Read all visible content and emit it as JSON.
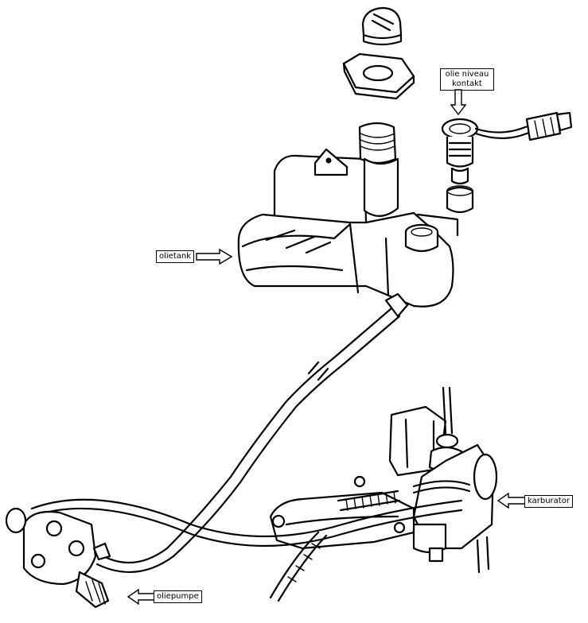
{
  "labels": {
    "oil_level_contact": [
      "olie niveau",
      "kontakt"
    ],
    "oil_tank": "olietank",
    "carburetor": "karburator",
    "oil_pump": "oliepumpe"
  },
  "colors": {
    "ink": "#000000",
    "paper": "#ffffff"
  }
}
